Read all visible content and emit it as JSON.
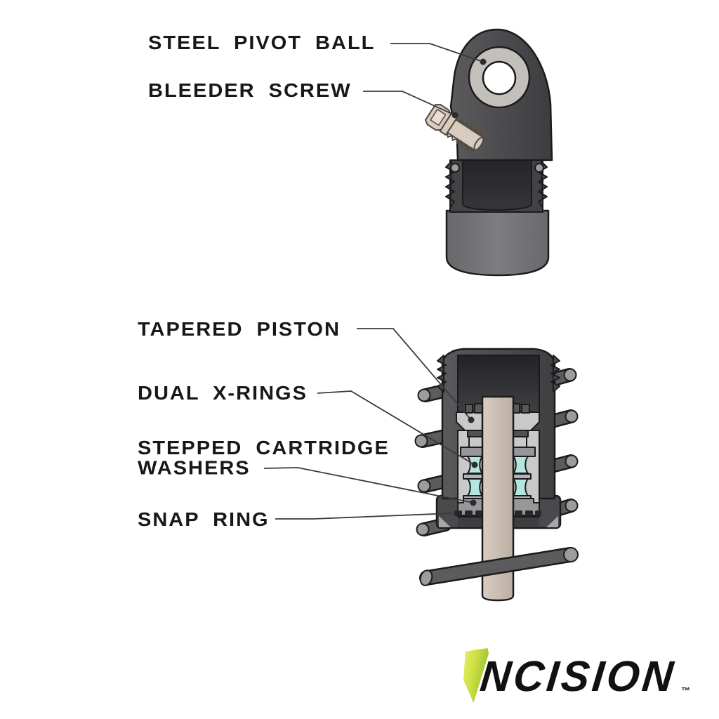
{
  "diagram": {
    "background": "#ffffff",
    "labels": {
      "steel_pivot_ball": "STEEL PIVOT BALL",
      "bleeder_screw": "BLEEDER SCREW",
      "tapered_piston": "TAPERED PISTON",
      "dual_x_rings": "DUAL X-RINGS",
      "stepped_cartridge_washers": "STEPPED CARTRIDGE\nWASHERS",
      "snap_ring": "SNAP RING"
    },
    "logo": {
      "text": "NCISION",
      "tm": "™"
    },
    "colors": {
      "background": "#ffffff",
      "body_dark": "#4a4a4c",
      "body_outline": "#1b1b1d",
      "inner_dark": "#2c2c2e",
      "tube_gray": "#77777a",
      "light_part": "#c9c9c9",
      "pivot_ring": "#c3bfbb",
      "hole_white": "#ffffff",
      "tan_part": "#d8ccc0",
      "shaft_tan": "#cdc1b5",
      "x_ring_cyan": "#b2e6df",
      "spring_gray": "#5c5c5e",
      "spring_cap": "#9c9c9e",
      "leader_line": "#3a3a3c",
      "logo_green_light": "#e8f263",
      "logo_green_dark": "#7cb52c",
      "logo_black": "#111111"
    }
  }
}
